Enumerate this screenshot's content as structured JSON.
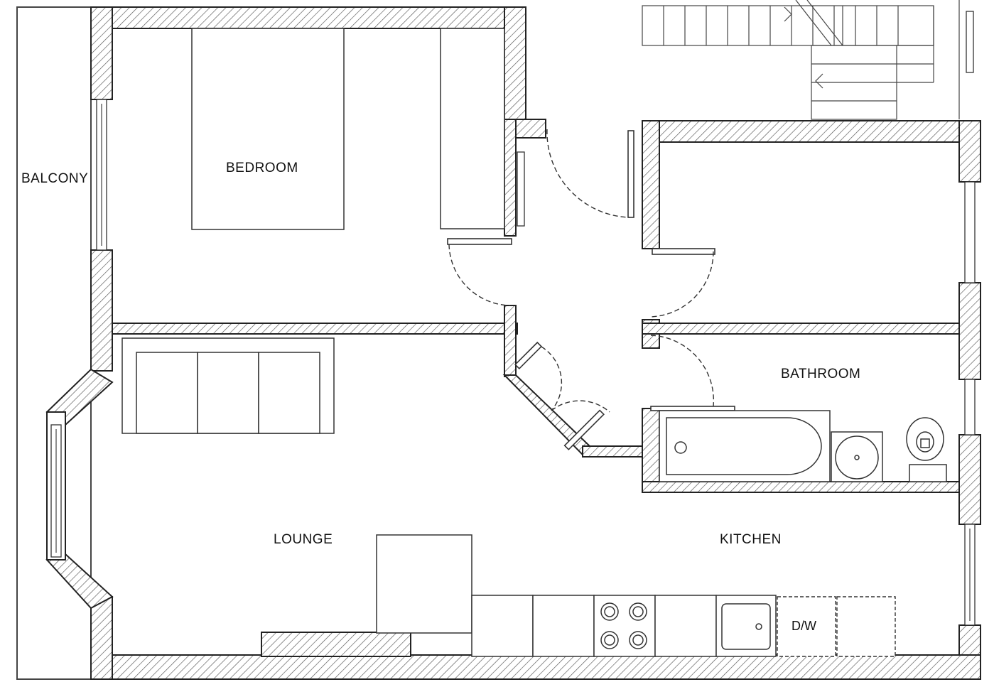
{
  "rooms": {
    "balcony": "BALCONY",
    "bedroom": "BEDROOM",
    "bathroom": "BATHROOM",
    "lounge": "LOUNGE",
    "kitchen": "KITCHEN"
  },
  "appliances": {
    "dishwasher": "D/W"
  }
}
